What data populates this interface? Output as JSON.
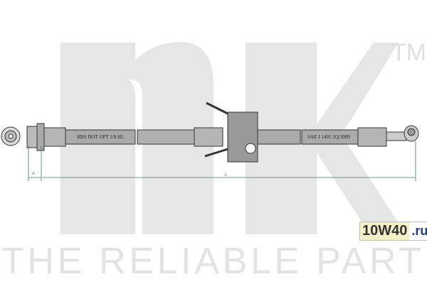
{
  "watermark": {
    "brand": "nk",
    "trademark": "TM",
    "slogan": "THE RELIABLE PART"
  },
  "hose": {
    "label_left": "HBS DOT OPT 1/8 HL",
    "label_right": "SAE J 1401 2Q/3009"
  },
  "dimensions": {
    "short": "A",
    "length": "L"
  },
  "site_badge": {
    "main": "10W40",
    "tld": ".ru"
  },
  "colors": {
    "watermark": "#e6e6e6",
    "hose": "#9a9a9a",
    "dimension": "#3a7a6a"
  }
}
